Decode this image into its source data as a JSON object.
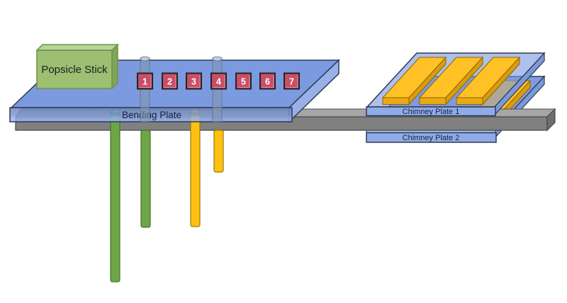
{
  "diagram": {
    "labels": {
      "popsicle_stick": "Popsicle Stick",
      "bending_plate": "Bending Plate",
      "chimney_plate_1": "Chimney Plate 1",
      "chimney_plate_2": "Chimney Plate 2"
    },
    "markers": [
      "1",
      "2",
      "3",
      "4",
      "5",
      "6",
      "7"
    ],
    "colors": {
      "plate_blue": "#7c9adf",
      "plate_blue_front": "#8face8",
      "plate_outline": "#2e3a55",
      "marker_red": "#c94f66",
      "rod_green": "#6da647",
      "rod_yellow": "#ffc011",
      "chimney_bar_yellow": "#ffc125",
      "support_bar_gray": "#808080",
      "box_green": "#9cbf72",
      "guide_tube_gray": "#8396af",
      "background": "#ffffff"
    }
  }
}
